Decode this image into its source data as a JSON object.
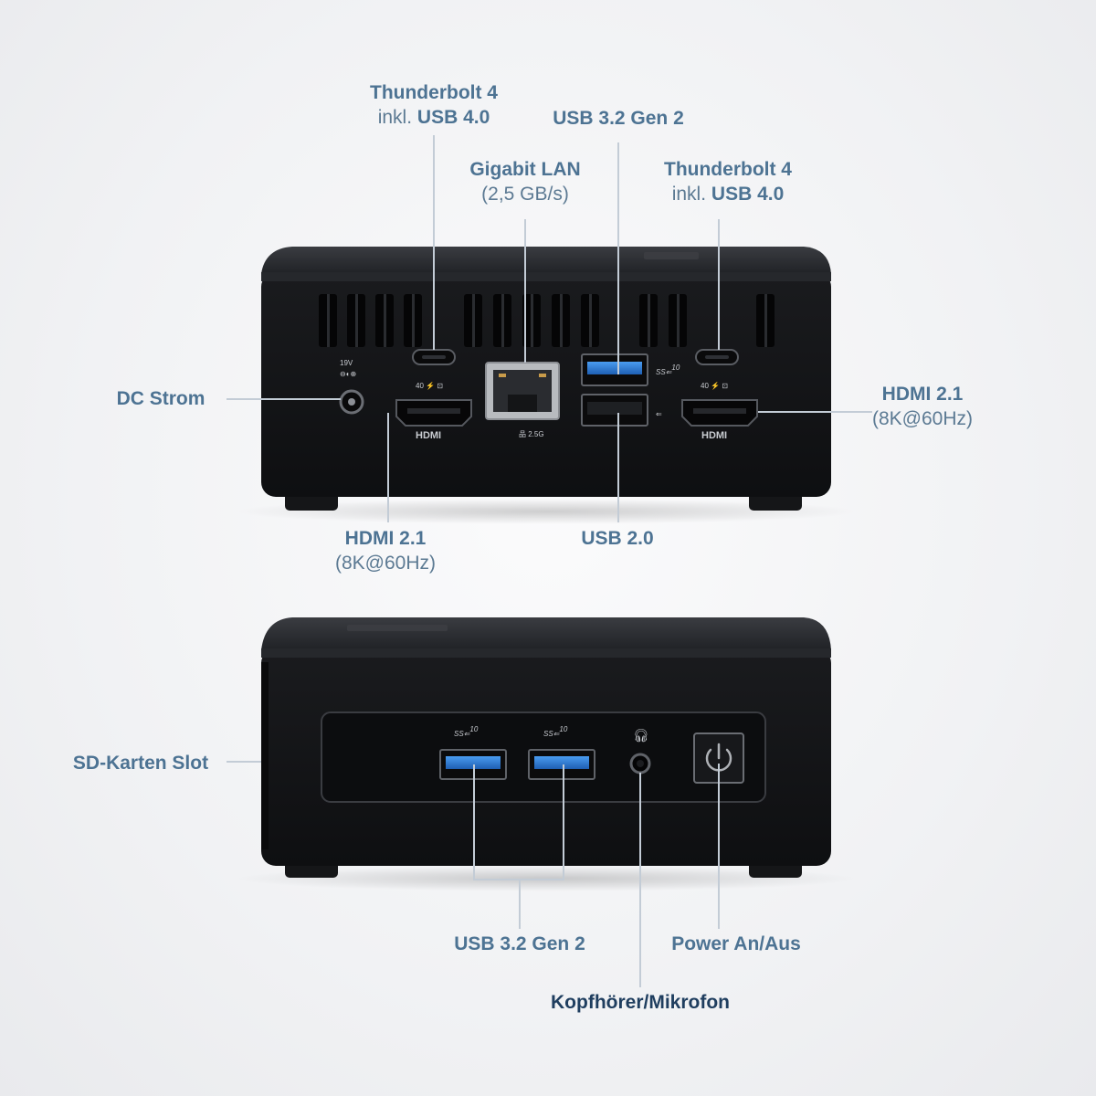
{
  "labels": {
    "tb4_left": {
      "title": "Thunderbolt 4",
      "prefix": "inkl.",
      "sub": "USB 4.0"
    },
    "usb32_rear": {
      "title": "USB 3.2 Gen 2"
    },
    "gigabit_lan": {
      "title": "Gigabit LAN",
      "sub": "(2,5 GB/s)"
    },
    "tb4_right": {
      "title": "Thunderbolt 4",
      "prefix": "inkl.",
      "sub": "USB 4.0"
    },
    "dc_power": {
      "title": "DC Strom"
    },
    "hdmi_right": {
      "title": "HDMI 2.1",
      "sub": "(8K@60Hz)"
    },
    "hdmi_left": {
      "title": "HDMI 2.1",
      "sub": "(8K@60Hz)"
    },
    "usb20": {
      "title": "USB 2.0"
    },
    "sd_slot": {
      "title": "SD-Karten Slot"
    },
    "usb32_front": {
      "title": "USB 3.2 Gen 2"
    },
    "power": {
      "title": "Power An/Aus"
    },
    "audio": {
      "title": "Kopfhörer/Mikrofon"
    }
  },
  "port_marks": {
    "dc_voltage": "19V",
    "hdmi_logo": "HDMI",
    "lan_speed": "2.5G",
    "ss10": "SS",
    "ss10_num": "10",
    "tb_num": "40"
  },
  "colors": {
    "label_primary": "#4d7393",
    "label_dark": "#1f3e5f",
    "device_body": "#141517",
    "device_top": "#2b2d31",
    "usb3_blue": "#2f7fd6",
    "leader_line": "#c3ccd6"
  }
}
